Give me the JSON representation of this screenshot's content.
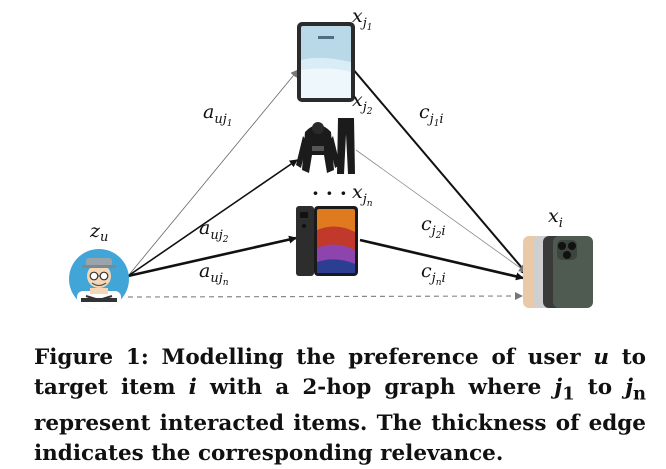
{
  "nodes": {
    "user": {
      "label": "z",
      "sub": "u",
      "icon": "user-avatar-icon"
    },
    "item1": {
      "label": "x",
      "sub": "j",
      "subsub": "1",
      "icon": "tablet-icon"
    },
    "item2": {
      "label": "x",
      "sub": "j",
      "subsub": "2",
      "icon": "tracksuit-icon"
    },
    "itemn": {
      "label": "x",
      "sub": "j",
      "subsub": "n",
      "icon": "smartphone-icon"
    },
    "target": {
      "label": "x",
      "sub": "i",
      "icon": "phones-icon"
    },
    "ellipsis": "· · ·"
  },
  "edges": {
    "a1": {
      "label": "a",
      "sub": "uj",
      "subsub": "1"
    },
    "a2": {
      "label": "a",
      "sub": "uj",
      "subsub": "2"
    },
    "an": {
      "label": "a",
      "sub": "uj",
      "subsub": "n"
    },
    "c1": {
      "label": "c",
      "sub": "j",
      "subsub": "1",
      "tail": "i"
    },
    "c2": {
      "label": "c",
      "sub": "j",
      "subsub": "2",
      "tail": "i"
    },
    "cn": {
      "label": "c",
      "sub": "j",
      "subsub": "n",
      "tail": "i"
    }
  },
  "caption": {
    "t1": "Figure 1: Modelling the preference of user ",
    "u": "u",
    "t2": " to target item ",
    "i": "i",
    "t3": " with a 2-hop graph where ",
    "j": "j",
    "s1": "1",
    "t4": " to ",
    "sn": "n",
    "t5": " represent interacted items. The thickness of edge indicates the corresponding relevance."
  }
}
